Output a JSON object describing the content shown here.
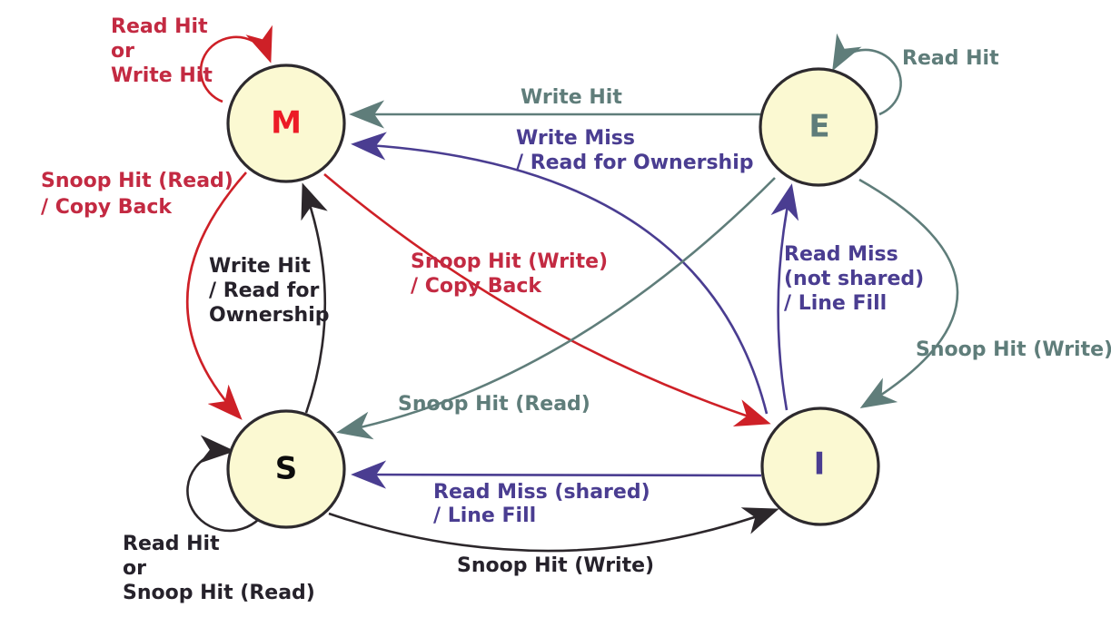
{
  "diagram": {
    "background": "#ffffff",
    "node_fill": "#fbf9d2",
    "node_border": "#2d2a2e",
    "edge_colors": {
      "red": "#ce2027",
      "gray": "#5f7d7a",
      "purple": "#4a3d91",
      "black": "#2c272b"
    },
    "label_colors": {
      "red": "#c32a42",
      "gray": "#5f7d7a",
      "purple": "#4a3d91",
      "black": "#26222b"
    },
    "nodes": [
      {
        "id": "M",
        "label": "M",
        "label_color": "#ec1c26"
      },
      {
        "id": "E",
        "label": "E",
        "label_color": "#5f7d7a"
      },
      {
        "id": "S",
        "label": "S",
        "label_color": "#0c0c0c"
      },
      {
        "id": "I",
        "label": "I",
        "label_color": "#4a3d91"
      }
    ],
    "edges": [
      {
        "id": "m-self",
        "from": "M",
        "to": "M",
        "color": "red",
        "lines": [
          "Read Hit",
          "or",
          "Write Hit"
        ]
      },
      {
        "id": "e-self",
        "from": "E",
        "to": "E",
        "color": "gray",
        "lines": [
          "Read Hit"
        ]
      },
      {
        "id": "e-to-m",
        "from": "E",
        "to": "M",
        "color": "gray",
        "lines": [
          "Write Hit"
        ]
      },
      {
        "id": "i-to-m",
        "from": "I",
        "to": "M",
        "color": "purple",
        "lines": [
          "Write Miss",
          "/ Read for Ownership"
        ]
      },
      {
        "id": "m-to-s",
        "from": "M",
        "to": "S",
        "color": "red",
        "lines": [
          "Snoop Hit (Read)",
          "/ Copy Back"
        ]
      },
      {
        "id": "s-to-m",
        "from": "S",
        "to": "M",
        "color": "black",
        "lines": [
          "Write Hit",
          "/ Read for",
          "Ownership"
        ]
      },
      {
        "id": "m-to-i",
        "from": "M",
        "to": "I",
        "color": "red",
        "lines": [
          "Snoop Hit (Write)",
          "/ Copy Back"
        ]
      },
      {
        "id": "i-to-e",
        "from": "I",
        "to": "E",
        "color": "purple",
        "lines": [
          "Read Miss",
          "(not shared)",
          "/ Line Fill"
        ]
      },
      {
        "id": "e-to-i",
        "from": "E",
        "to": "I",
        "color": "gray",
        "lines": [
          "Snoop Hit (Write)"
        ]
      },
      {
        "id": "e-to-s",
        "from": "E",
        "to": "S",
        "color": "gray",
        "lines": [
          "Snoop Hit (Read)"
        ]
      },
      {
        "id": "i-to-s",
        "from": "I",
        "to": "S",
        "color": "purple",
        "lines": [
          "Read Miss (shared)",
          "/ Line Fill"
        ]
      },
      {
        "id": "s-to-i",
        "from": "S",
        "to": "I",
        "color": "black",
        "lines": [
          "Snoop Hit (Write)"
        ]
      },
      {
        "id": "s-self",
        "from": "S",
        "to": "S",
        "color": "black",
        "lines": [
          "Read Hit",
          "or",
          "Snoop Hit (Read)"
        ]
      }
    ]
  }
}
